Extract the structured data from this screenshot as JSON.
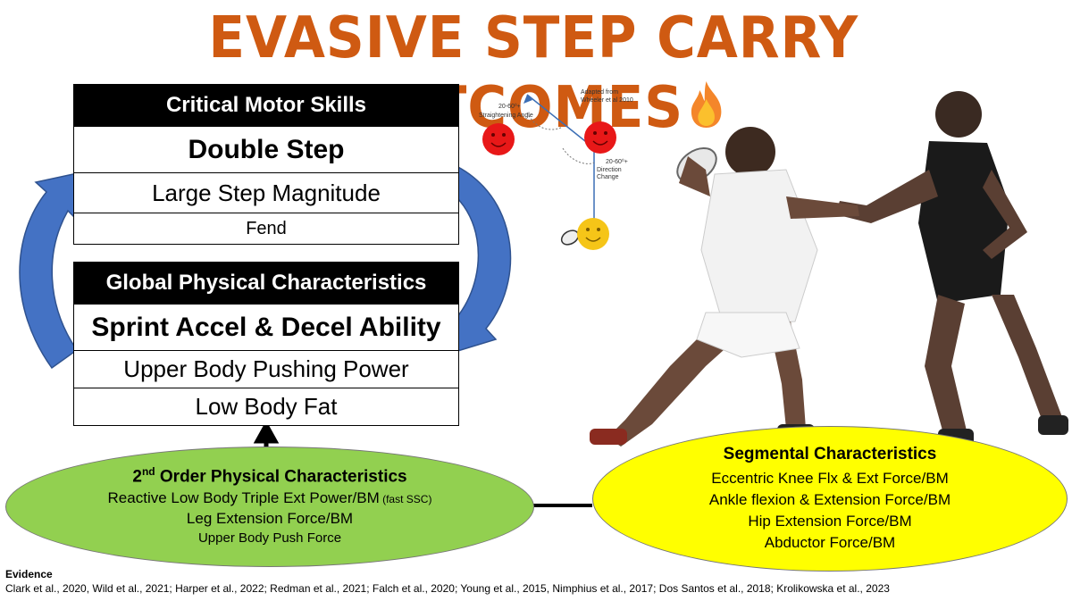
{
  "title": "EVASIVE STEP CARRY OUTCOMES",
  "title_icon": "fire-icon",
  "skills": {
    "header": "Critical Motor Skills",
    "items": [
      "Double Step",
      "Large Step Magnitude",
      "Fend"
    ]
  },
  "physical": {
    "header": "Global Physical Characteristics",
    "items": [
      "Sprint Accel & Decel Ability",
      "Upper Body Pushing Power",
      "Low Body Fat"
    ]
  },
  "second_order": {
    "title_prefix": "2",
    "title_sup": "nd",
    "title_rest": " Order Physical Characteristics",
    "line1": "Reactive Low Body Triple Ext Power/BM",
    "line1_note": " (fast SSC)",
    "line2": "Leg Extension Force/BM",
    "line3": "Upper Body Push Force"
  },
  "segmental": {
    "title": "Segmental Characteristics",
    "items": [
      "Eccentric Knee Flx & Ext Force/BM",
      "Ankle flexion & Extension Force/BM",
      "Hip Extension Force/BM",
      "Abductor Force/BM"
    ]
  },
  "diagram": {
    "adapted_line1": "Adapted from",
    "adapted_line2": "Wheeler et al 2010",
    "angle1_value": "20-60⁰+",
    "angle1_label": "Straightening Angle",
    "angle2_value": "20-60⁰+",
    "angle2_label": "Direction Change"
  },
  "evidence": {
    "label": "Evidence",
    "citations": "Clark et al., 2020, Wild et al., 2021; Harper et al., 2022; Redman et al., 2021; Falch et al., 2020;  Young et al., 2015, Nimphius et al., 2017; Dos Santos et al., 2018; Krolikowska et al., 2023"
  },
  "colors": {
    "title": "#cf5a12",
    "arrow_blue": "#4472c4",
    "second_order_fill": "#92d050",
    "segmental_fill": "#ffff00",
    "defender_face": "#e81818",
    "attacker_face": "#f5c518",
    "attacker_kit": "#f2f2f2",
    "defender_kit": "#1a1a1a"
  }
}
